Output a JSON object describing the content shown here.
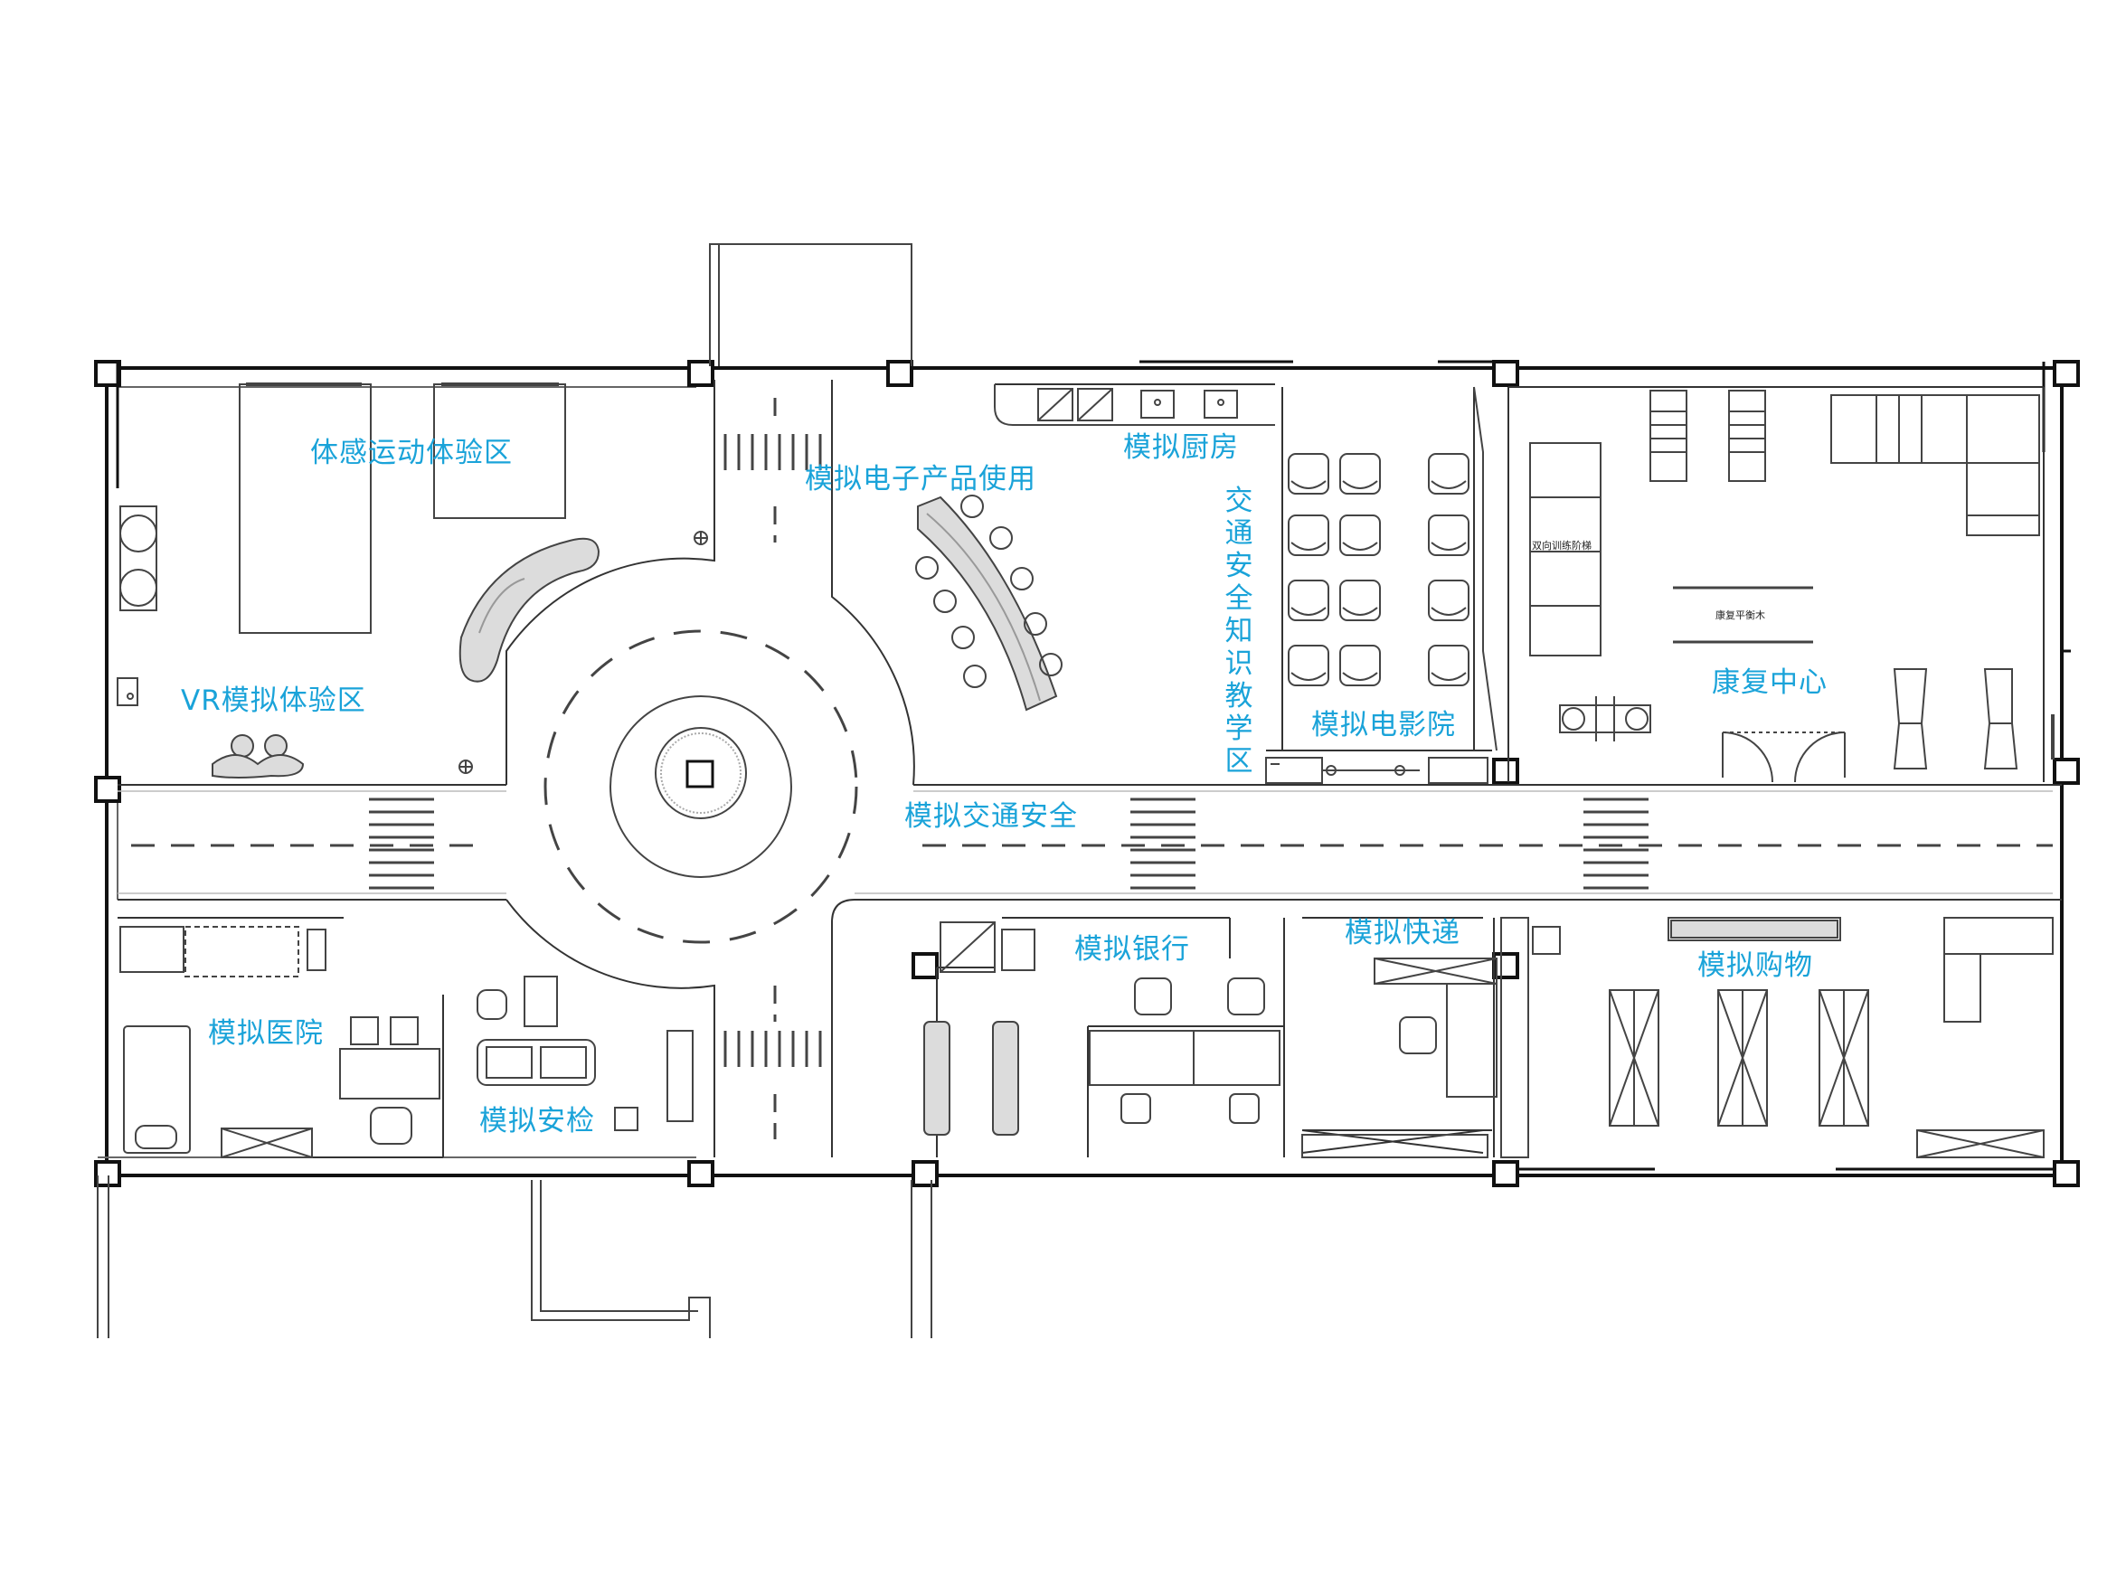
{
  "colors": {
    "accent": "#1aa3d9",
    "line": "#333333",
    "wall": "#000000",
    "fill": "#dcdcdc"
  },
  "zones": {
    "somatic": "体感运动体验区",
    "vr": "VR模拟体验区",
    "electronics": "模拟电子产品使用",
    "kitchen": "模拟厨房",
    "traffic_edu": "交通安全知识教学区",
    "cinema": "模拟电影院",
    "rehab": "康复中心",
    "traffic": "模拟交通安全",
    "hospital": "模拟医院",
    "security": "模拟安检",
    "bank": "模拟银行",
    "express": "模拟快递",
    "shopping": "模拟购物"
  },
  "equipment": {
    "stairs": "双向训练阶梯",
    "beam": "康复平衡木"
  }
}
